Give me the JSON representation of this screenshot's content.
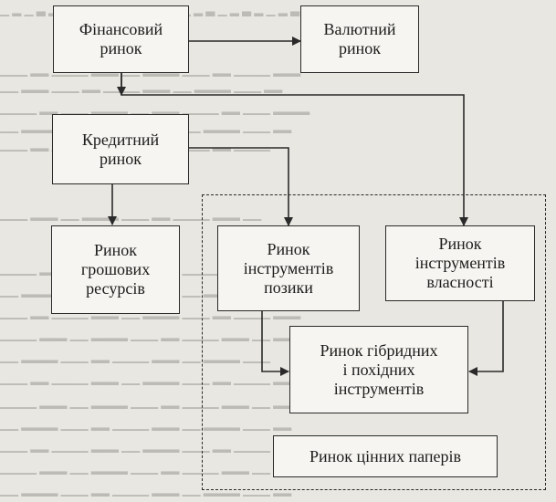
{
  "diagram": {
    "nodes": {
      "financial": "Фінансовий\nринок",
      "currency": "Валютний\nринок",
      "credit": "Кредитний\nринок",
      "money_resources": "Ринок\nгрошових\nресурсів",
      "loan_instruments": "Ринок\nінструментів\nпозики",
      "equity_instruments": "Ринок\nінструментів\nвласності",
      "hybrid_derivatives": "Ринок гібридних\nі похідних\nінструментів",
      "securities": "Ринок цінних паперів"
    },
    "edges": [
      {
        "from": "financial",
        "to": "currency"
      },
      {
        "from": "financial",
        "to": "credit"
      },
      {
        "from": "financial",
        "to": "equity_instruments"
      },
      {
        "from": "credit",
        "to": "money_resources"
      },
      {
        "from": "credit",
        "to": "loan_instruments"
      },
      {
        "from": "loan_instruments",
        "to": "hybrid_derivatives"
      },
      {
        "from": "equity_instruments",
        "to": "hybrid_derivatives"
      }
    ],
    "group": {
      "label": "",
      "members": [
        "loan_instruments",
        "equity_instruments",
        "hybrid_derivatives",
        "securities"
      ],
      "style": "dashed"
    }
  }
}
